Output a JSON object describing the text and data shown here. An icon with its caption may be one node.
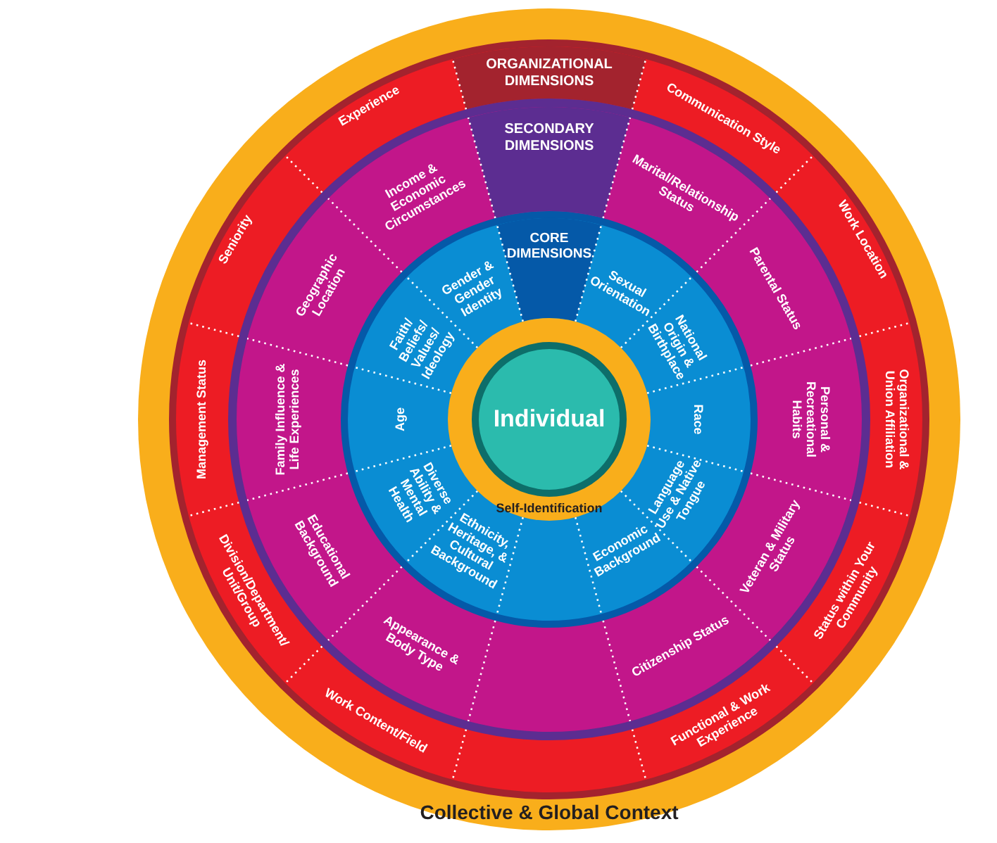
{
  "diagram": {
    "nodes": [
      {
        "text": [
          "Collective & Global Context"
        ]
      },
      {
        "text": [
          "ORGANIZATIONAL DIMENSIONS"
        ],
        "in": 0
      },
      {
        "text": [
          "Communication Style"
        ],
        "in": 1
      },
      {
        "text": [
          "Work Location"
        ],
        "in": 1
      },
      {
        "text": [
          "Organizational & Union Affiliation"
        ],
        "in": 1
      },
      {
        "text": [
          "Status within Your Community"
        ],
        "in": 1
      },
      {
        "text": [
          "Functional & Work Experience"
        ],
        "in": 1
      },
      {
        "text": [
          "Work Content/Field"
        ],
        "in": 1
      },
      {
        "text": [
          "Division/Department/ Unit/Group"
        ],
        "in": 1
      },
      {
        "text": [
          "Management Status"
        ],
        "in": 1
      },
      {
        "text": [
          "Seniority"
        ],
        "in": 1
      },
      {
        "text": [
          "Experience"
        ],
        "in": 1
      },
      {
        "text": [
          "SECONDARY DIMENSIONS"
        ],
        "in": 1
      },
      {
        "text": [
          "Marital/Relationship Status"
        ],
        "in": 12
      },
      {
        "text": [
          "Parental Status"
        ],
        "in": 12
      },
      {
        "text": [
          "Personal & Recreational Habits"
        ],
        "in": 12
      },
      {
        "text": [
          "Veteran & Military Status"
        ],
        "in": 12
      },
      {
        "text": [
          "Citizenship Status"
        ],
        "in": 12
      },
      {
        "text": [
          "Appearance & Body Type"
        ],
        "in": 12
      },
      {
        "text": [
          "Educational Background"
        ],
        "in": 12
      },
      {
        "text": [
          "Family Influence & Life Experiences"
        ],
        "in": 12
      },
      {
        "text": [
          "Geographic Location"
        ],
        "in": 12
      },
      {
        "text": [
          "Income & Economic Circumstances"
        ],
        "in": 12
      },
      {
        "text": [
          "CORE DIMENSIONS"
        ],
        "in": 12
      },
      {
        "text": [
          "Sexual Orientation"
        ],
        "in": 23
      },
      {
        "text": [
          "National Origin & Birthplace"
        ],
        "in": 23
      },
      {
        "text": [
          "Race"
        ],
        "in": 23
      },
      {
        "text": [
          "Language Use & Native Tongue"
        ],
        "in": 23
      },
      {
        "text": [
          "Economic Background"
        ],
        "in": 23
      },
      {
        "text": [
          "Ethnicity, Heritage, & Cultural Background"
        ],
        "in": 23
      },
      {
        "text": [
          "Diverse Ability & Mental Health"
        ],
        "in": 23
      },
      {
        "text": [
          "Age"
        ],
        "in": 23
      },
      {
        "text": [
          "Faith/ Beliefs/ Values/ Ideology"
        ],
        "in": 23
      },
      {
        "text": [
          "Gender & Gender Identity"
        ],
        "in": 23
      },
      {
        "text": [
          "Self-Identification"
        ],
        "in": 23
      },
      {
        "text": [
          "Individual"
        ],
        "in": 34
      }
    ]
  }
}
